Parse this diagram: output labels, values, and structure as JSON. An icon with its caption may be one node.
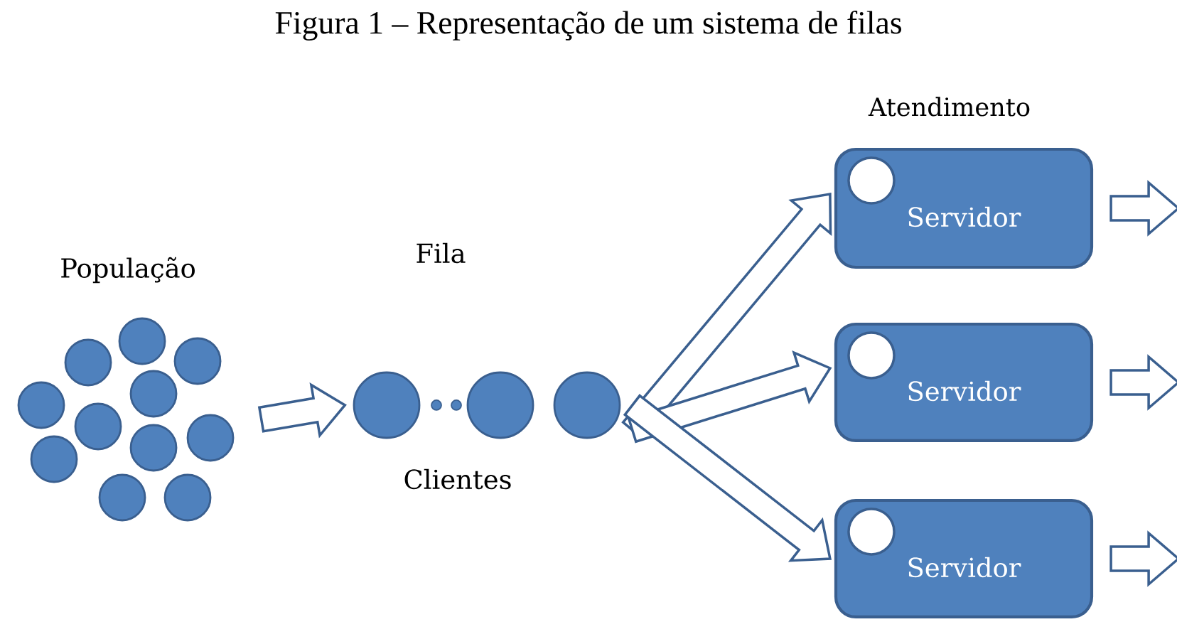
{
  "diagram": {
    "title": "Figura 1 – Representação de um sistema de filas",
    "nodes": [
      {
        "text": [
          "População"
        ]
      },
      {
        "text": [
          "Fila",
          "Clientes"
        ]
      },
      {
        "text": [
          "Servidor"
        ]
      },
      {
        "text": [
          "Servidor"
        ]
      },
      {
        "text": [
          "Servidor"
        ]
      }
    ],
    "edges": [
      {
        "from": 0,
        "to": 1,
        "arrow": "to"
      },
      {
        "from": 1,
        "to": 2,
        "arrow": "to"
      },
      {
        "from": 1,
        "to": 3,
        "arrow": "to"
      },
      {
        "from": 1,
        "to": 4,
        "arrow": "to"
      },
      {
        "from": 2,
        "to": null,
        "arrow": "to"
      },
      {
        "from": 3,
        "to": null,
        "arrow": "to"
      },
      {
        "from": 4,
        "to": null,
        "arrow": "to"
      }
    ],
    "labels": [
      "Atendimento"
    ]
  }
}
